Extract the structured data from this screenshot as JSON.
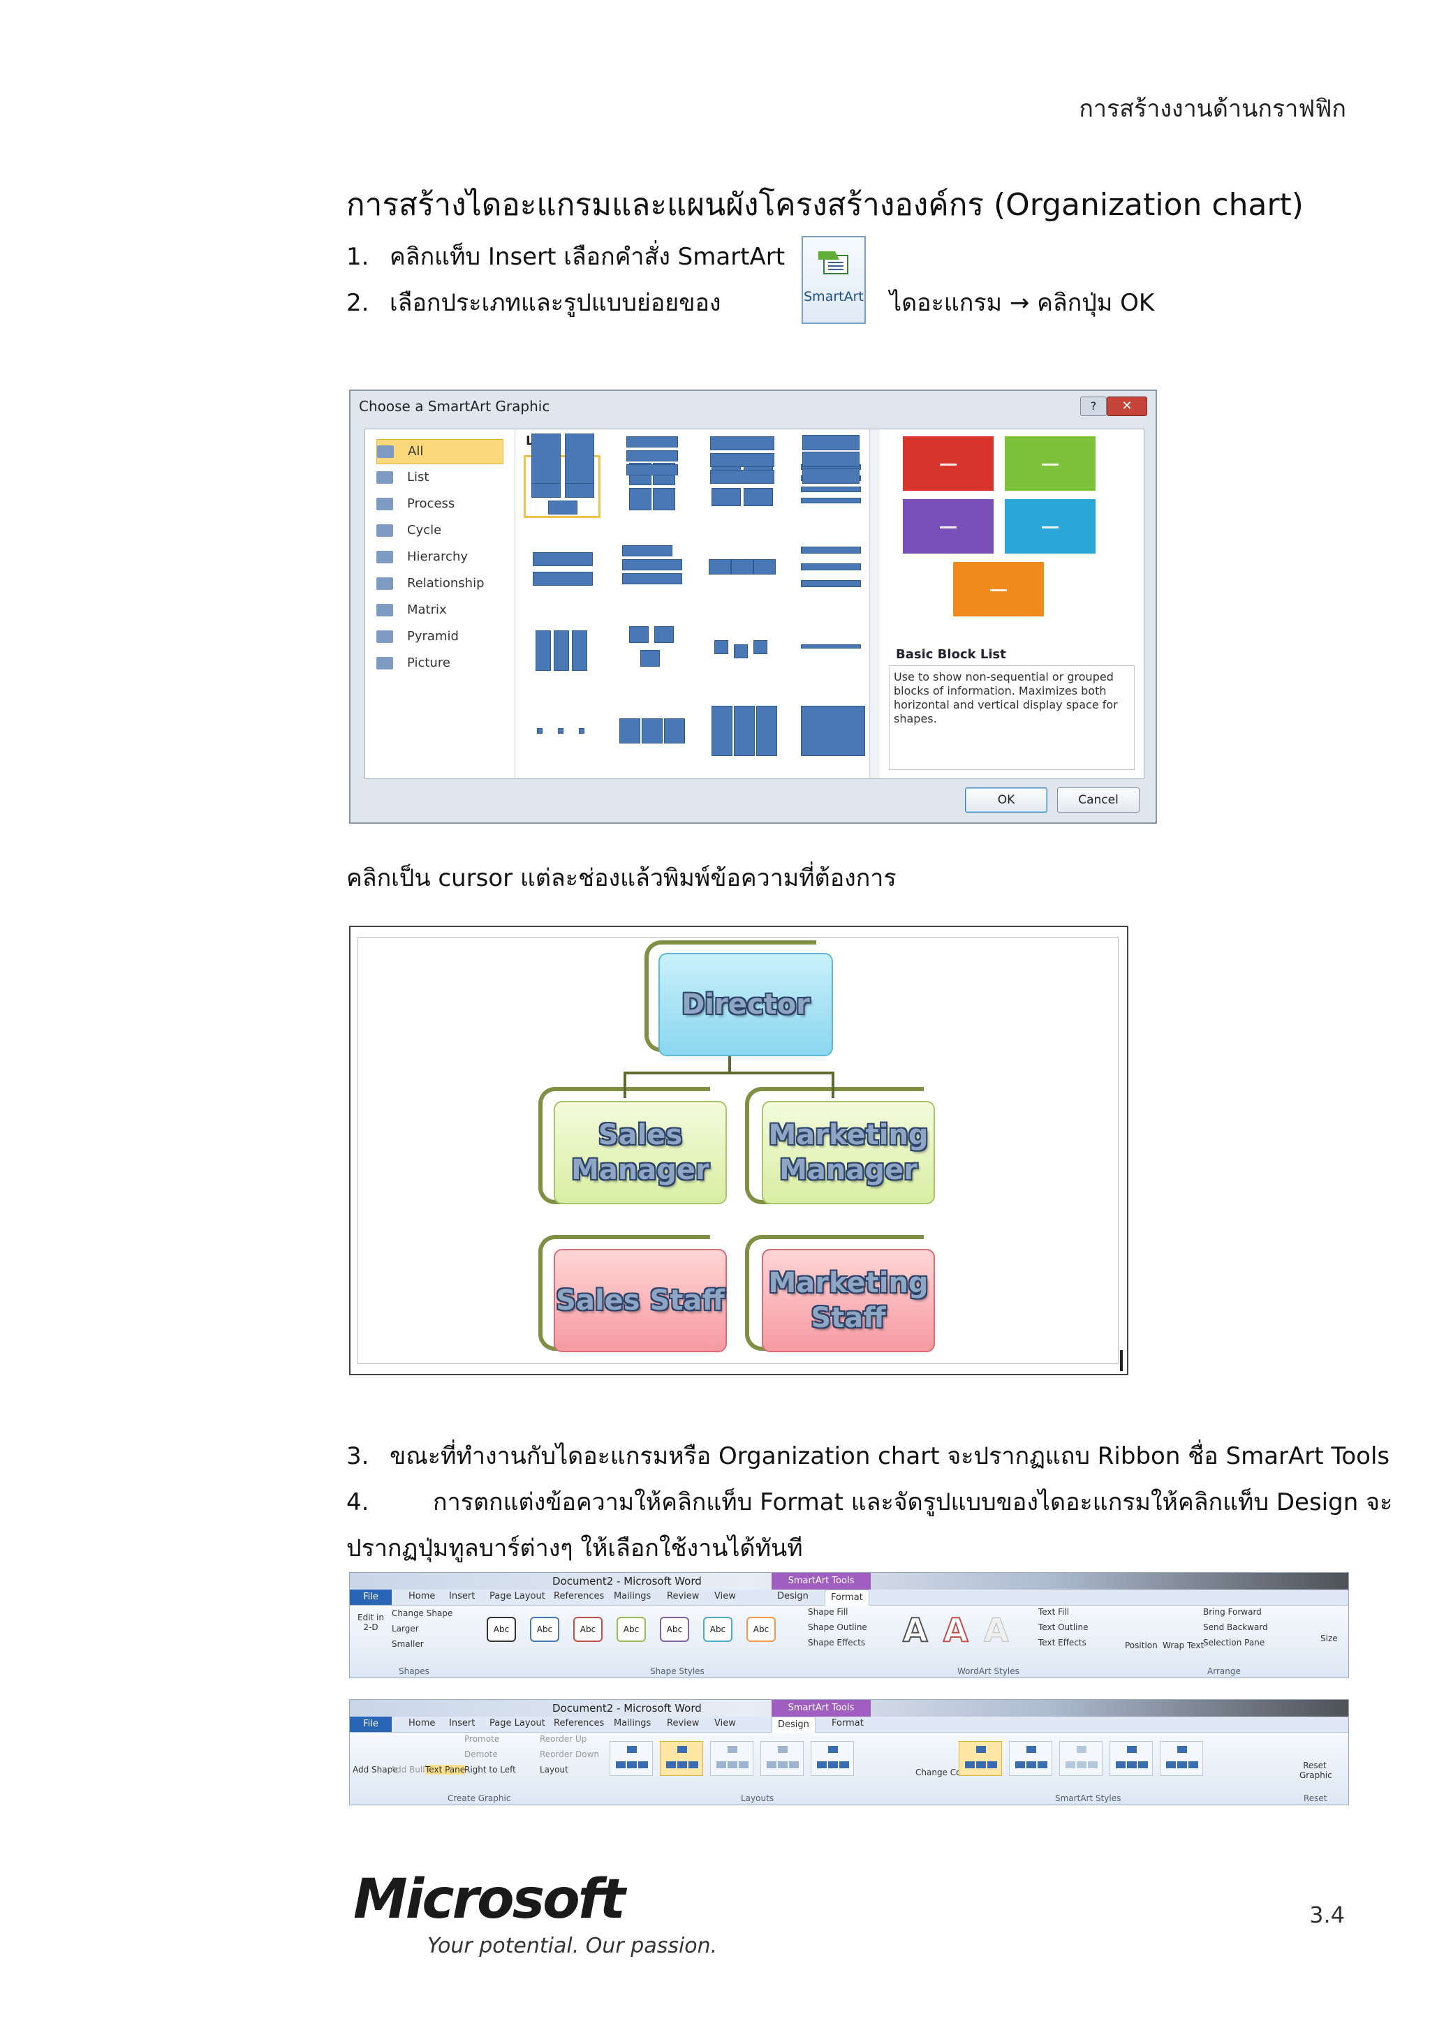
{
  "header": {
    "section": "การสร้างงานด้านกราฟฟิก"
  },
  "title": "การสร้างไดอะแกรมและแผนผังโครงสร้างองค์กร (Organization chart)",
  "steps": [
    {
      "num": "1.",
      "text": "คลิกแท็บ Insert เลือกคำสั่ง SmartArt"
    },
    {
      "num": "2.",
      "text": "เลือกประเภทและรูปแบบย่อยของ",
      "after": "ไดอะแกรม → คลิกปุ่ม OK"
    }
  ],
  "smartart_icon": {
    "label": "SmartArt",
    "icon": "smartart-icon"
  },
  "dialog": {
    "title": "Choose a SmartArt Graphic",
    "close": "✕",
    "help": "?",
    "categories": [
      "All",
      "List",
      "Process",
      "Cycle",
      "Hierarchy",
      "Relationship",
      "Matrix",
      "Pyramid",
      "Picture"
    ],
    "selected_category": "All",
    "gallery_heading": "List",
    "preview_title": "Basic Block List",
    "preview_desc": "Use to show non-sequential or grouped blocks of information. Maximizes both horizontal and vertical display space for shapes.",
    "preview_colors": [
      "#d9342b",
      "#7dc23a",
      "#7b4fb8",
      "#2aa6d8",
      "#f08a1c"
    ],
    "ok": "OK",
    "cancel": "Cancel"
  },
  "caption_cursor": "คลิกเป็น cursor แต่ละช่องแล้วพิมพ์ข้อความที่ต้องการ",
  "org_chart": {
    "director": "Director",
    "sales_manager": "Sales Manager",
    "marketing_manager": "Marketing Manager",
    "sales_staff": "Sales Staff",
    "marketing_staff": "Marketing Staff"
  },
  "step3": {
    "num": "3.",
    "text": "ขณะที่ทำงานกับไดอะแกรมหรือ Organization chart จะปรากฏแถบ Ribbon ชื่อ SmarArt Tools"
  },
  "step4": {
    "num": "4.",
    "text": "การตกแต่งข้อความให้คลิกแท็บ Format และจัดรูปแบบของไดอะแกรมให้คลิกแท็บ Design จะ",
    "cont": "ปรากฏปุ่มทูลบาร์ต่างๆ ให้เลือกใช้งานได้ทันที"
  },
  "ribbon_format": {
    "doc_title": "Document2 - Microsoft Word",
    "tool_tab": "SmartArt Tools",
    "tabs": [
      "Home",
      "Insert",
      "Page Layout",
      "References",
      "Mailings",
      "Review",
      "View",
      "Design",
      "Format"
    ],
    "active_tab": "Format",
    "file": "File",
    "shapes_items": [
      "Change Shape",
      "Larger",
      "Smaller"
    ],
    "edit_label": "Edit in 2-D",
    "shape_btn": "Abc",
    "shape_colors": [
      "#333333",
      "#4a78b5",
      "#c0504d",
      "#9bbb59",
      "#8064a2",
      "#4bacc6",
      "#f79646"
    ],
    "shape_fill": "Shape Fill",
    "shape_outline": "Shape Outline",
    "shape_effects": "Shape Effects",
    "text_fill": "Text Fill",
    "text_outline": "Text Outline",
    "text_effects": "Text Effects",
    "position": "Position",
    "wrap": "Wrap Text",
    "arrange_items": [
      "Bring Forward",
      "Send Backward",
      "Selection Pane"
    ],
    "size": "Size",
    "groups": [
      "Shapes",
      "Shape Styles",
      "WordArt Styles",
      "Arrange"
    ]
  },
  "ribbon_design": {
    "doc_title": "Document2 - Microsoft Word",
    "tool_tab": "SmartArt Tools",
    "tabs": [
      "Home",
      "Insert",
      "Page Layout",
      "References",
      "Mailings",
      "Review",
      "View",
      "Design",
      "Format"
    ],
    "active_tab": "Design",
    "file": "File",
    "create_items": [
      "Add Shape",
      "Add Bullet",
      "Text Pane"
    ],
    "create_small": [
      "Promote",
      "Demote",
      "Right to Left",
      "Layout",
      "Reorder Up",
      "Reorder Down"
    ],
    "change_colors": "Change Colors",
    "reset": "Reset Graphic",
    "groups": [
      "Create Graphic",
      "Layouts",
      "SmartArt Styles",
      "Reset"
    ]
  },
  "footer": {
    "logo": "Microsoft",
    "tagline": "Your potential. Our passion.",
    "page": "3.4"
  }
}
